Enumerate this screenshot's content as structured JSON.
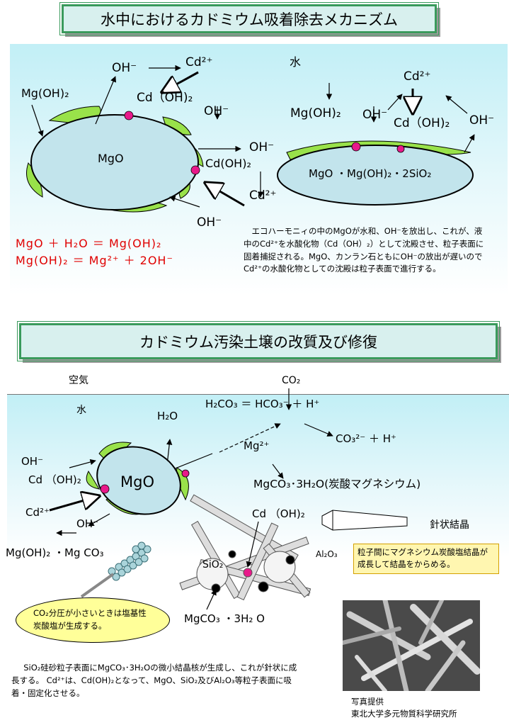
{
  "section1": {
    "title": "水中におけるカドミウム吸着除去メカニズム",
    "left": {
      "mgoh2": "Mg(OH)₂",
      "oh_top": "OH⁻",
      "cd_top": "Cd²⁺",
      "cdoh2_top": "Cd（OH)₂",
      "oh_mid": "OH⁻",
      "core": "MgO",
      "oh_right": "OH⁻",
      "cdoh2_right": "Cd(OH)₂",
      "cd_right": "Cd²⁺",
      "oh_bottom": "OH⁻"
    },
    "right": {
      "water": "水",
      "cd_top": "Cd²⁺",
      "mgoh2": "Mg(OH)₂",
      "oh_left": "OH⁻",
      "cdoh2": "Cd（OH)₂",
      "oh_right": "OH⁻",
      "core": "MgO ・Mg(OH)₂・2SiO₂"
    },
    "equation1": "MgO ＋ H₂O ＝ Mg(OH)₂",
    "equation2": "Mg(OH)₂ ＝ Mg²⁺ ＋ 2OH⁻",
    "description": "エコハーモニィの中のMgOが水和、OH⁻を放出し、これが、液中のCd²⁺を水酸化物（Cd（OH）₂）として沈殿させ、粒子表面に固着捕捉される。MgO、カンラン石ともにOH⁻の放出が遅いのでCd²⁺の水酸化物としての沈殿は粒子表面で進行する。"
  },
  "section2": {
    "title": "カドミウム汚染土壌の改質及び修復",
    "air": "空気",
    "co2": "CO₂",
    "water": "水",
    "eq_h2co3": "H₂CO₃ ＝ HCO₃⁻ ＋ H⁺",
    "h2o": "H₂O",
    "mg": "Mg²⁺",
    "co3": "CO₃²⁻ ＋ H⁺",
    "mgco3": "MgCO₃･3H₂O(炭酸マグネシウム)",
    "oh_left": "OH⁻",
    "cdoh2_left": "Cd （OH)₂",
    "core": "MgO",
    "cd_left": "Cd²⁺",
    "oh_bottom": "OH⁻",
    "cdoh2_center": "Cd （OH)₂",
    "needle": "針状結晶",
    "al2o3": "Al₂O₃",
    "sio2": "SiO₂",
    "mgoh2_mgco3": "Mg(OH)₂ ・Mg CO₃",
    "note_box": "粒子間にマグネシウム炭酸塩結晶が成長して結晶をからめる。",
    "co2_note": "CO₂分圧が小さいときは塩基性炭酸塩が生成する。",
    "mgco3_bottom": "MgCO₃ ・3H₂ O",
    "description": "SiO₂硅砂粒子表面にMgCO₃･3H₂Oの微小結晶核が生成し、これが針状に成長する。 Cd²⁺は、Cd(OH)₂となって、MgO、SiO₂及びAl₂O₃等粒子表面に吸着・固定化させる。",
    "photo_credit1": "写真提供",
    "photo_credit2": "東北大学多元物質科学研究所"
  },
  "colors": {
    "panel_top": "#c2eff6",
    "particle": "#c2e4ec",
    "shell": "#99e24a",
    "cd_dot": "#e8198a",
    "equation": "#e00000",
    "note_box": "#fff6b0",
    "callout": "#ffff99"
  }
}
